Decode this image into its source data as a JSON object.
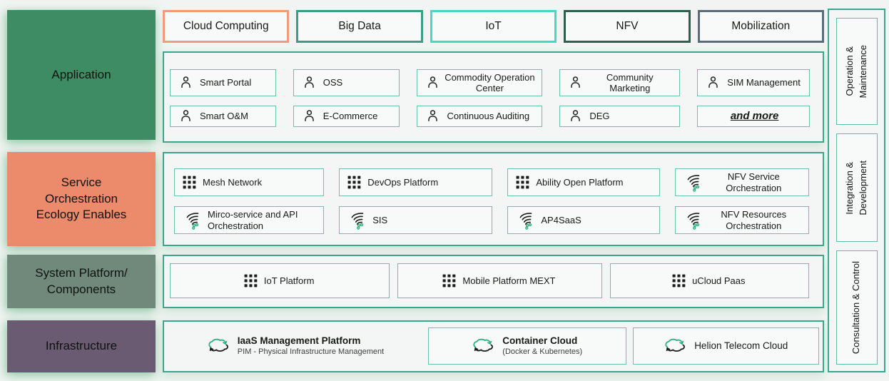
{
  "layers": [
    {
      "label": "Application",
      "bg": "#3e8c64"
    },
    {
      "label": "Service\nOrchestration\nEcology Enables",
      "bg": "#ec8a6c"
    },
    {
      "label": "System Platform/\nComponents",
      "bg": "#70897b"
    },
    {
      "label": "Infrastructure",
      "bg": "#6a5a72"
    }
  ],
  "categories": [
    {
      "label": "Cloud Computing",
      "border": "#f09b7c"
    },
    {
      "label": "Big Data",
      "border": "#3a9d84"
    },
    {
      "label": "IoT",
      "border": "#45d8c8"
    },
    {
      "label": "NFV",
      "border": "#2e604f"
    },
    {
      "label": "Mobilization",
      "border": "#5a6b7c"
    }
  ],
  "app": {
    "items": [
      {
        "label": "Smart Portal",
        "icon": "person"
      },
      {
        "label": "OSS",
        "icon": "person"
      },
      {
        "label": "Commodity Operation Center",
        "icon": "person"
      },
      {
        "label": "Community Marketing",
        "icon": "person"
      },
      {
        "label": "SIM Management",
        "icon": "person"
      },
      {
        "label": "Smart O&M",
        "icon": "person"
      },
      {
        "label": "E-Commerce",
        "icon": "person"
      },
      {
        "label": "Continuous Auditing",
        "icon": "person"
      },
      {
        "label": "DEG",
        "icon": "person"
      },
      {
        "label": "and more",
        "icon": "none"
      }
    ]
  },
  "svc": {
    "items": [
      {
        "label": "Mesh Network",
        "icon": "grid"
      },
      {
        "label": "DevOps Platform",
        "icon": "grid"
      },
      {
        "label": "Ability Open Platform",
        "icon": "grid"
      },
      {
        "label": "NFV Service Orchestration",
        "icon": "wave"
      },
      {
        "label": "Mirco-service and API Orchestration",
        "icon": "wave"
      },
      {
        "label": "SIS",
        "icon": "wave"
      },
      {
        "label": "AP4SaaS",
        "icon": "wave"
      },
      {
        "label": "NFV Resources Orchestration",
        "icon": "wave"
      }
    ]
  },
  "sys": {
    "items": [
      {
        "label": "IoT Platform",
        "icon": "grid"
      },
      {
        "label": "Mobile Platform MEXT",
        "icon": "grid"
      },
      {
        "label": "uCloud Paas",
        "icon": "grid"
      }
    ]
  },
  "infra": {
    "items": [
      {
        "title": "IaaS Management Platform",
        "subtitle": "PIM - Physical Infrastructure Management",
        "icon": "cloud"
      },
      {
        "title": "Container Cloud",
        "subtitle": "(Docker & Kubernetes)",
        "icon": "cloud"
      },
      {
        "title": "Helion Telecom Cloud",
        "subtitle": "",
        "icon": "cloud"
      }
    ]
  },
  "sidebar": {
    "items": [
      {
        "label": "Operation &\nMaintenance"
      },
      {
        "label": "Integration &\nDevelopment"
      },
      {
        "label": "Consultation & Control"
      }
    ]
  },
  "palette": {
    "container_border": "#3aa78c",
    "item_border": "#67c3ae",
    "glow": "#6eb98c",
    "icon_green": "#2fae7e",
    "icon_dark": "#1c1c1c"
  }
}
